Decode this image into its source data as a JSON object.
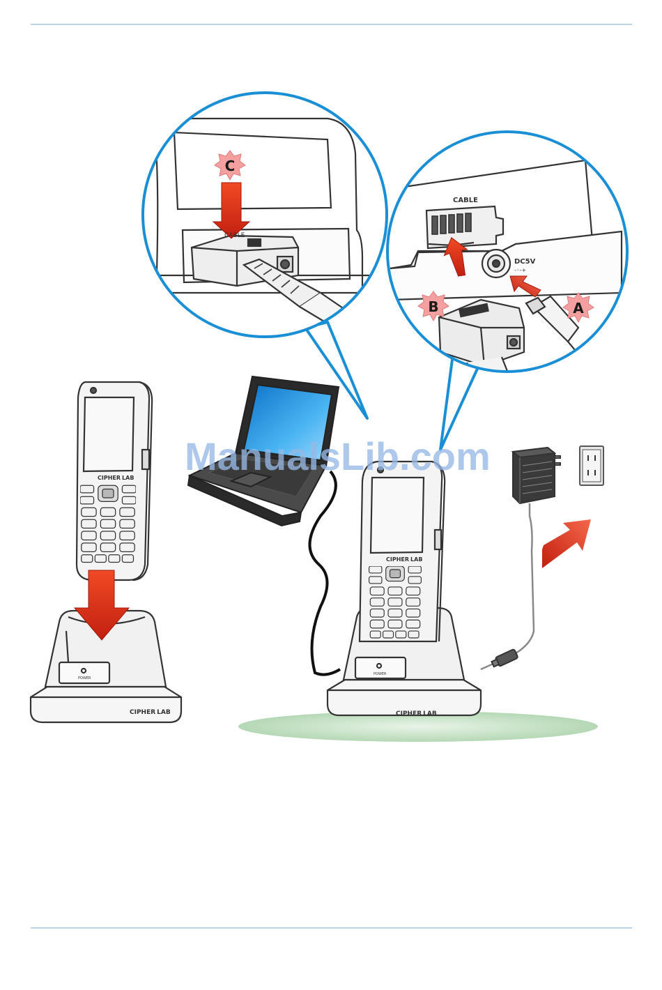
{
  "callouts": {
    "a": "A",
    "b": "B",
    "c": "C"
  },
  "port_labels": {
    "cable_zoom": "CABLE",
    "cable_detail": "CABLE",
    "dc": "DC5V"
  },
  "device": {
    "power": "POWER",
    "brand_left": "CIPHER",
    "brand_right": "LAB"
  },
  "watermark": "ManualsLib.com",
  "colors": {
    "zoom_ring": "#1b8fd6",
    "arrow": "#d8321a",
    "badge": "#f5a0a0",
    "shadow": "#b8dcb8",
    "screen": "#3a9ee8"
  }
}
